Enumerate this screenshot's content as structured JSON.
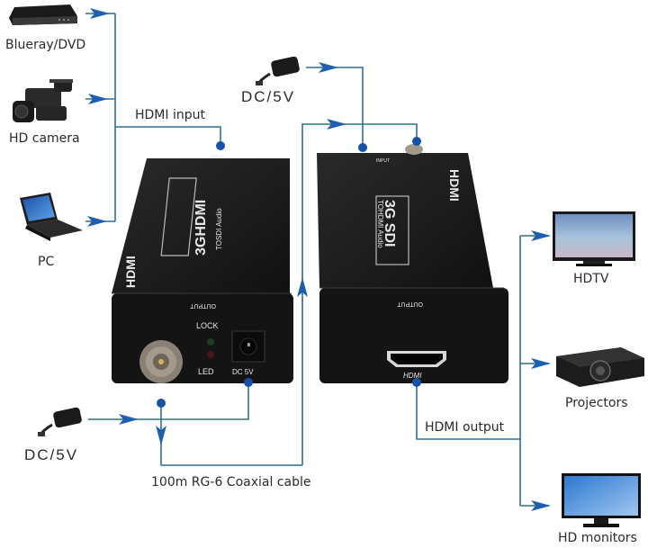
{
  "title": "3G SDI / HDMI Extender Connection Diagram",
  "sources": [
    {
      "label": "Blueray/DVD",
      "icon": "bluray-player-icon"
    },
    {
      "label": "HD camera",
      "icon": "camcorder-icon"
    },
    {
      "label": "PC",
      "icon": "laptop-icon"
    }
  ],
  "outputs": [
    {
      "label": "HDTV",
      "icon": "tv-icon"
    },
    {
      "label": "Projectors",
      "icon": "projector-icon"
    },
    {
      "label": "HD monitors",
      "icon": "monitor-icon"
    }
  ],
  "labels": {
    "hdmi_input": "HDMI input",
    "hdmi_output": "HDMI output",
    "coax_cable": "100m RG-6 Coaxial cable",
    "power_top": "DC/5V",
    "power_bottom": "DC/5V"
  },
  "transmitter": {
    "brand": "HDMI",
    "model_main": "3GHDMI",
    "model_sub": "TOSDI Audio",
    "top_port_label": "INPUT",
    "front_label": "OUTPUT",
    "lock_label": "LOCK",
    "led_label": "LED",
    "power_label": "DC 5V"
  },
  "receiver": {
    "brand": "HDMI",
    "model_main": "3G SDI",
    "model_sub": "TOHDMI Audio",
    "top_port_label": "INPUT",
    "front_label": "OUTPUT",
    "port_label": "HDMI"
  },
  "colors": {
    "line": "#2f6f8f",
    "arrow": "#1f5fb0",
    "dot": "#1552a8",
    "device": "#1b1b1b"
  }
}
